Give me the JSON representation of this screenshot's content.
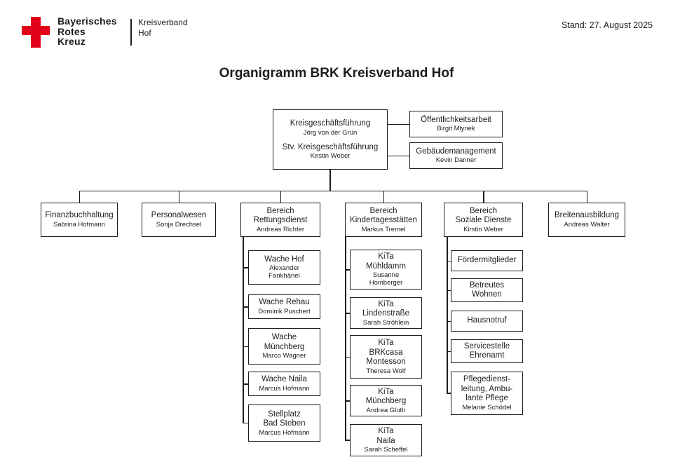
{
  "header": {
    "logo_text": "Bayerisches\nRotes\nKreuz",
    "org_unit": "Kreisverband\nHof",
    "date_label": "Stand: 27. August 2025",
    "brand_red": "#e2001a"
  },
  "title": "Organigramm BRK Kreisverband Hof",
  "chart": {
    "root": {
      "title": "Kreisgeschäftsführung",
      "name": "Jörg von der Grün",
      "deputy_title": "Stv. Kreisgeschäftsführung",
      "deputy_name": "Kirstin Weber"
    },
    "staff": [
      {
        "title": "Öffentlichkeitsarbeit",
        "name": "Birgit Mlynek"
      },
      {
        "title": "Gebäudemanagement",
        "name": "Kevin Danner"
      }
    ],
    "departments": [
      {
        "title": "Finanzbuchhaltung",
        "name": "Sabrina Hofmann"
      },
      {
        "title": "Personalwesen",
        "name": "Sonja Drechsel"
      },
      {
        "title": "Bereich\nRettungsdienst",
        "name": "Andreas Richter",
        "children": [
          {
            "title": "Wache Hof",
            "name": "Alexander\nFankhänel"
          },
          {
            "title": "Wache Rehau",
            "name": "Dominik Puschert"
          },
          {
            "title": "Wache\nMünchberg",
            "name": "Marco Wagner"
          },
          {
            "title": "Wache Naila",
            "name": "Marcus Hofmann"
          },
          {
            "title": "Stellplatz\nBad Steben",
            "name": "Marcus Hofmann"
          }
        ]
      },
      {
        "title": "Bereich\nKindertagesstätten",
        "name": "Markus Tremel",
        "children": [
          {
            "title": "KiTa\nMühldamm",
            "name": "Susanne\nHomberger"
          },
          {
            "title": "KiTa\nLindenstraße",
            "name": "Sarah Ströhlein"
          },
          {
            "title": "KiTa\nBRKcasa\nMontessori",
            "name": "Theresa Wolf"
          },
          {
            "title": "KiTa\nMünchberg",
            "name": "Andrea Gluth"
          },
          {
            "title": "KiTa\nNaila",
            "name": "Sarah Scheffel"
          }
        ]
      },
      {
        "title": "Bereich\nSoziale Dienste",
        "name": "Kirstin Weber",
        "children": [
          {
            "title": "Fördermitglieder",
            "name": ""
          },
          {
            "title": "Betreutes\nWohnen",
            "name": ""
          },
          {
            "title": "Hausnotruf",
            "name": ""
          },
          {
            "title": "Servicestelle\nEhrenamt",
            "name": ""
          },
          {
            "title": "Pflegedienst-\nleitung, Ambu-\nlante Pflege",
            "name": "Melanie Schödel"
          }
        ]
      },
      {
        "title": "Breitenausbildung",
        "name": "Andreas Walter"
      }
    ]
  }
}
